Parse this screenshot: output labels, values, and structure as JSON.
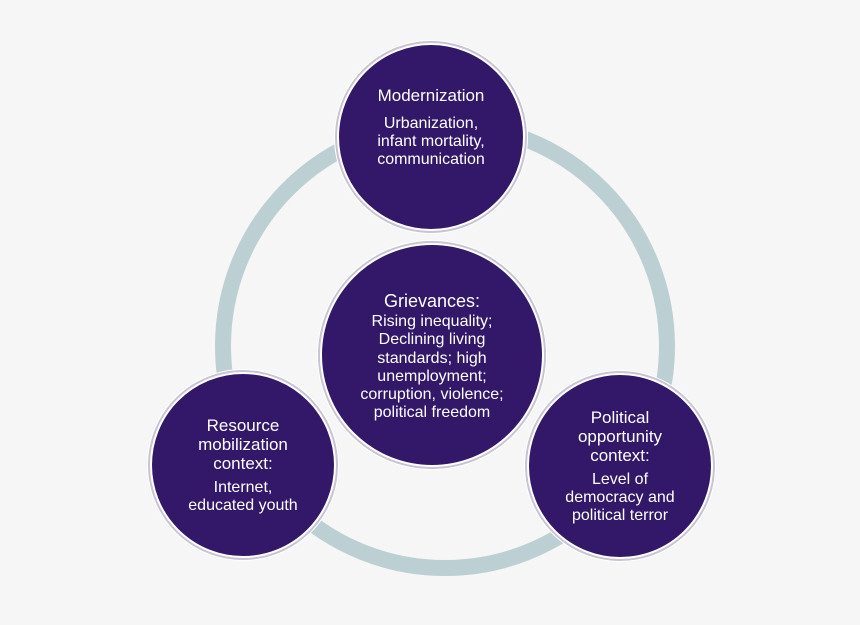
{
  "nodes": {
    "top": {
      "title": "Modernization",
      "lines": [
        "Urbanization,",
        "infant mortality,",
        "communication"
      ]
    },
    "center": {
      "title": "Grievances:",
      "lines": [
        "Rising inequality;",
        "Declining living",
        "standards; high",
        "unemployment;",
        "corruption, violence;",
        "political freedom"
      ]
    },
    "left": {
      "title_lines": [
        "Resource",
        "mobilization",
        "context:"
      ],
      "lines": [
        "Internet,",
        "educated youth"
      ]
    },
    "right": {
      "title_lines": [
        "Political",
        "opportunity",
        "context:"
      ],
      "lines": [
        "Level of",
        "democracy and",
        "political terror"
      ]
    }
  },
  "colors": {
    "node_fill": "#33186a",
    "ring": "#bccfd3",
    "background": "#f6f6f7",
    "text": "#ffffff"
  }
}
